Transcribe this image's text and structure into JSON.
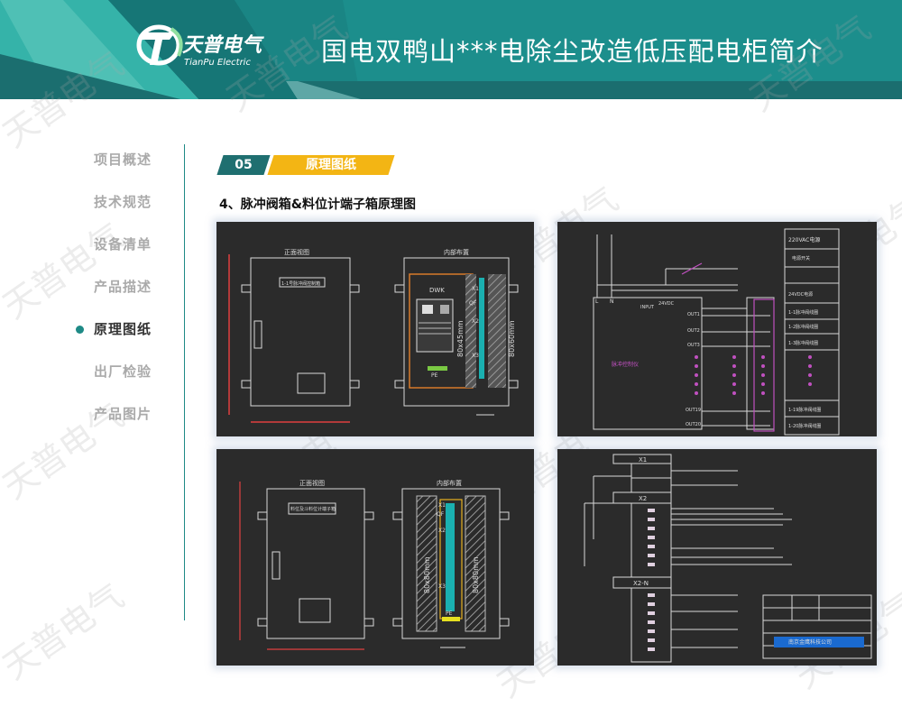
{
  "header": {
    "brand_cn": "天普电气",
    "brand_en": "TianPu Electric",
    "title": "国电双鸭山***电除尘改造低压配电柜简介"
  },
  "watermark": "天普电气",
  "nav": {
    "items": [
      {
        "label": "项目概述",
        "active": false
      },
      {
        "label": "技术规范",
        "active": false
      },
      {
        "label": "设备清单",
        "active": false
      },
      {
        "label": "产品描述",
        "active": false
      },
      {
        "label": "原理图纸",
        "active": true
      },
      {
        "label": "出厂检验",
        "active": false
      },
      {
        "label": "产品图片",
        "active": false
      }
    ]
  },
  "section": {
    "number": "05",
    "label": "原理图纸",
    "subtitle": "4、脉冲阀箱&料位计端子箱原理图"
  },
  "panels": {
    "tl": {
      "front": "正面视图",
      "inside": "内部布置",
      "door_label": "1-1号脉冲阀控制箱",
      "dwk": "DWK",
      "pe": "PE",
      "dim": "80x45mm",
      "dim2": "80x60mm",
      "x1": "X1",
      "x2": "X2",
      "x3": "X3",
      "qf": "QF"
    },
    "tr": {
      "power": "220VAC电源",
      "l": "L",
      "n": "N",
      "input": "INPUT",
      "v24": "24VDC",
      "out1": "OUT1",
      "out2": "OUT2",
      "out3": "OUT3",
      "out19": "OUT19",
      "out20": "OUT20",
      "ctrl": "脉冲控制仪",
      "side_labels": [
        "电源开关",
        "24VDC电源",
        "1-1脉冲阀线圈",
        "1-2脉冲阀线圈",
        "1-3脉冲阀线圈",
        "1-19脉冲阀线圈",
        "1-20脉冲阀线圈"
      ]
    },
    "bl": {
      "front": "正面视图",
      "inside": "内部布置",
      "door_label": "料位及斗料位计端子箱",
      "pe": "PE",
      "dim": "80x80mm",
      "x1": "X1",
      "x2": "X2",
      "x3": "X3",
      "qf": "QF"
    },
    "br": {
      "x1": "X1",
      "x2": "X2",
      "x2n": "X2-N",
      "company": "南京金鹰科技公司"
    }
  }
}
